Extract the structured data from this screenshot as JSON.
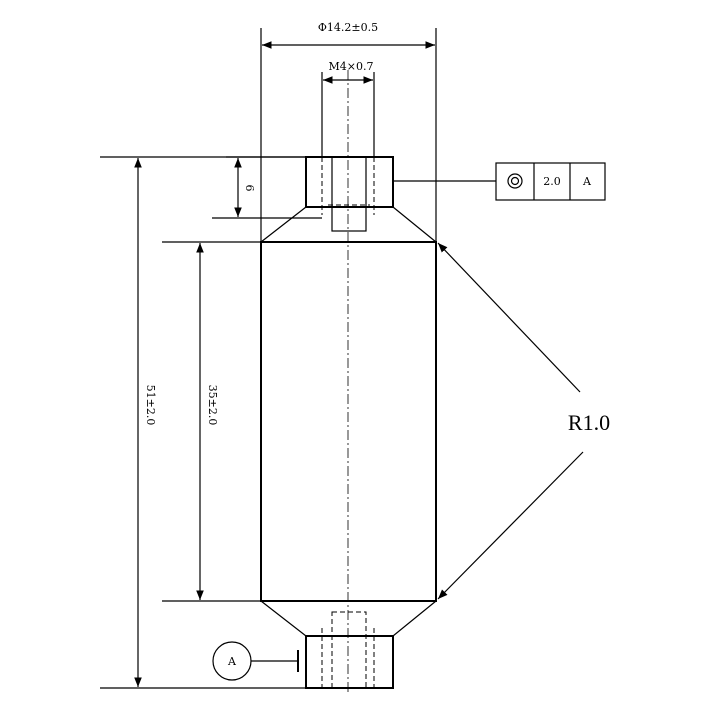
{
  "dimensions": {
    "overall_diameter": "Φ14.2±0.5",
    "thread_spec": "M4×0.7",
    "thread_depth": "6",
    "overall_length": "51±2.0",
    "body_length": "35±2.0"
  },
  "feature_control_frame": {
    "symbol": "concentricity-icon",
    "tolerance": "2.0",
    "datum": "A"
  },
  "datum_label": "A",
  "radius_callout": "R1.0"
}
